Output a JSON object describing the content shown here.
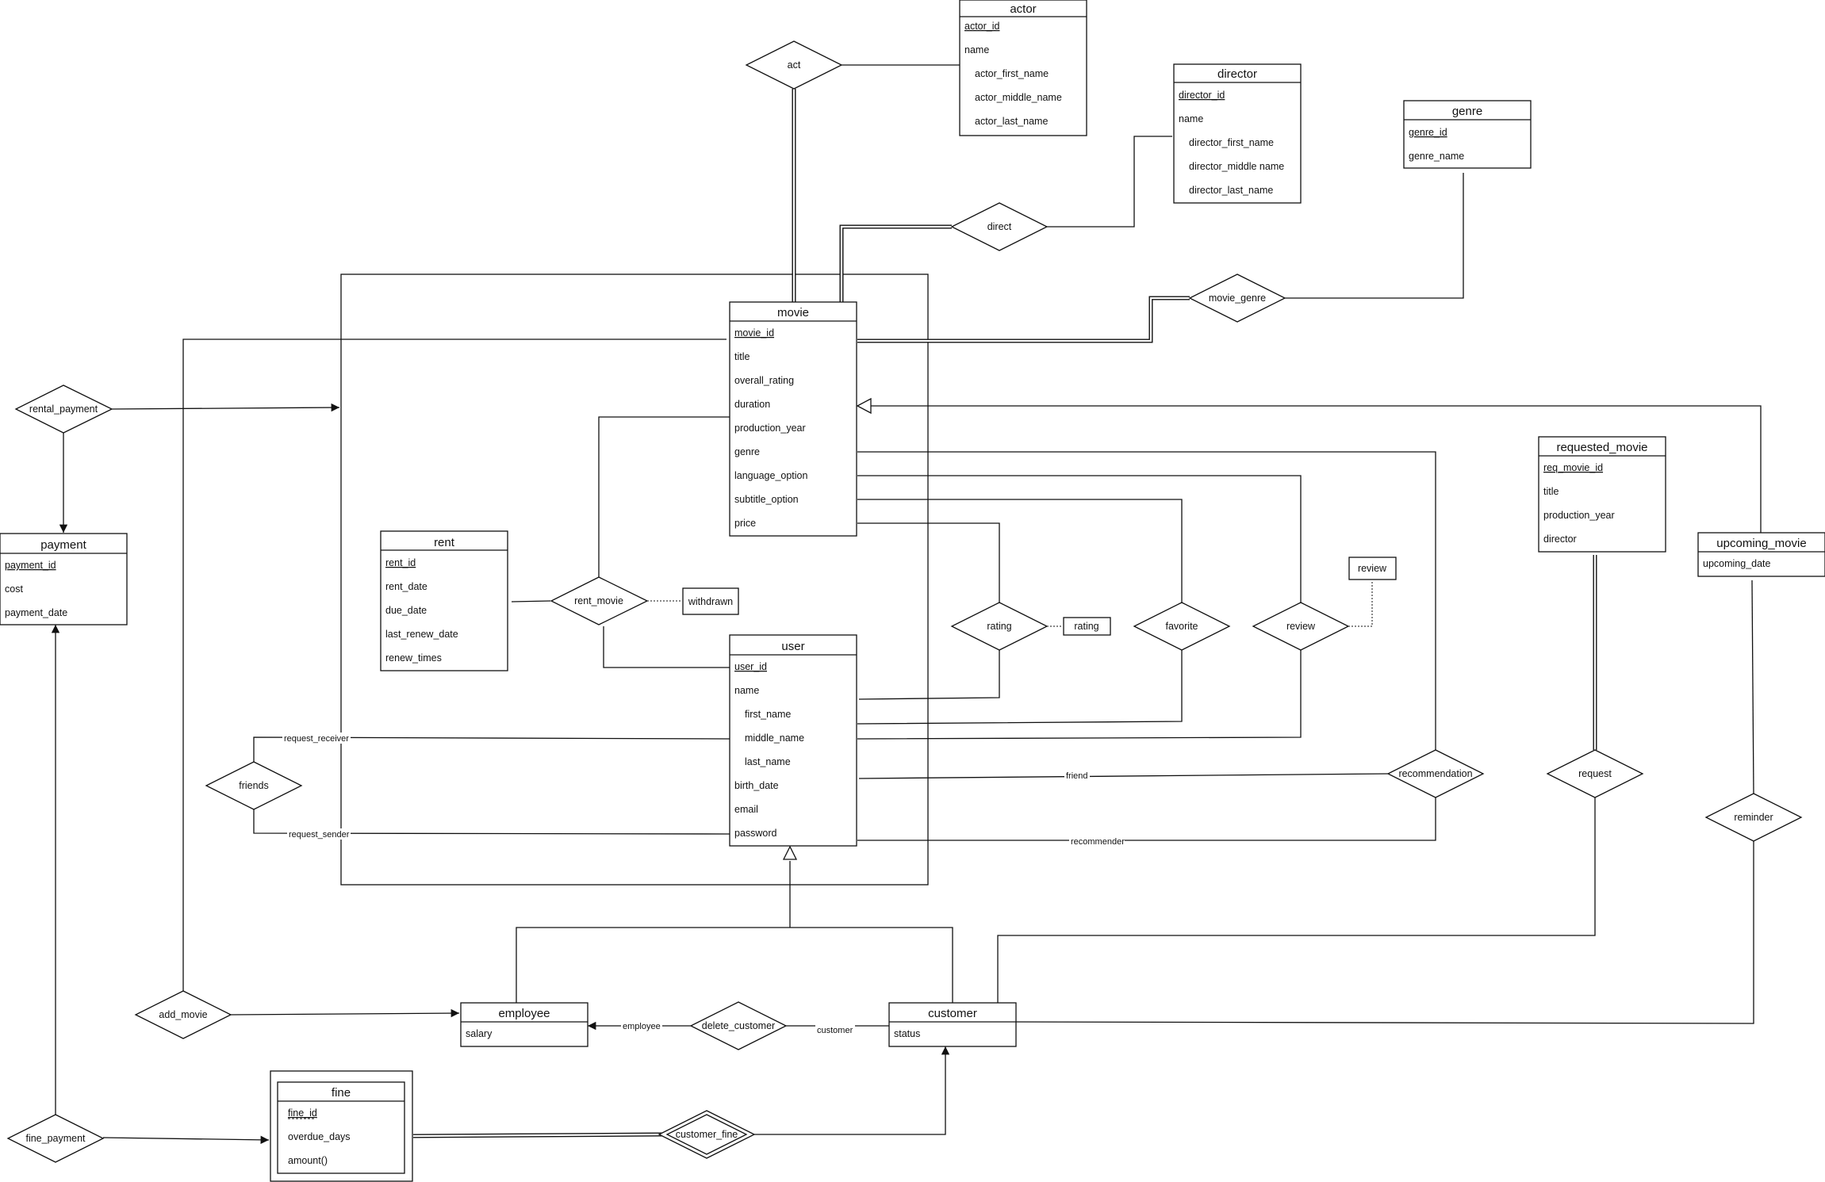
{
  "entities": {
    "actor": {
      "title": "actor",
      "attrs": [
        "actor_id",
        "name",
        "actor_first_name",
        "actor_middle_name",
        "actor_last_name"
      ]
    },
    "director": {
      "title": "director",
      "attrs": [
        "director_id",
        "name",
        "director_first_name",
        "director_middle name",
        "director_last_name"
      ]
    },
    "genre": {
      "title": "genre",
      "attrs": [
        "genre_id",
        "genre_name"
      ]
    },
    "movie": {
      "title": "movie",
      "attrs": [
        "movie_id",
        "title",
        "overall_rating",
        "duration",
        "production_year",
        "genre",
        "language_option",
        "subtitle_option",
        "price"
      ]
    },
    "rent": {
      "title": "rent",
      "attrs": [
        "rent_id",
        "rent_date",
        "due_date",
        "last_renew_date",
        "renew_times"
      ]
    },
    "user": {
      "title": "user",
      "attrs": [
        "user_id",
        "name",
        "first_name",
        "middle_name",
        "last_name",
        "birth_date",
        "email",
        "password"
      ]
    },
    "payment": {
      "title": "payment",
      "attrs": [
        "payment_id",
        "cost",
        "payment_date"
      ]
    },
    "requested_movie": {
      "title": "requested_movie",
      "attrs": [
        "req_movie_id",
        "title",
        "production_year",
        "director"
      ]
    },
    "upcoming_movie": {
      "title": "upcoming_movie",
      "attrs": [
        "upcoming_date"
      ]
    },
    "employee": {
      "title": "employee",
      "attrs": [
        "salary"
      ]
    },
    "customer": {
      "title": "customer",
      "attrs": [
        "status"
      ]
    },
    "fine": {
      "title": "fine",
      "attrs": [
        "fine_id",
        "overdue_days",
        "amount()"
      ]
    }
  },
  "relationships": {
    "act": "act",
    "direct": "direct",
    "movie_genre": "movie_genre",
    "rental_payment": "rental_payment",
    "rent_movie": "rent_movie",
    "rating": "rating",
    "favorite": "favorite",
    "review": "review",
    "friends": "friends",
    "recommendation": "recommendation",
    "request": "request",
    "reminder": "reminder",
    "add_movie": "add_movie",
    "delete_customer": "delete_customer",
    "customer_fine": "customer_fine",
    "fine_payment": "fine_payment"
  },
  "attributes": {
    "withdrawn": "withdrawn",
    "rating": "rating",
    "review": "review"
  },
  "edge_labels": {
    "request_receiver": "request_receiver",
    "request_sender": "request_sender",
    "friend": "friend",
    "recommender": "recommender",
    "employee": "employee",
    "customer": "customer"
  }
}
